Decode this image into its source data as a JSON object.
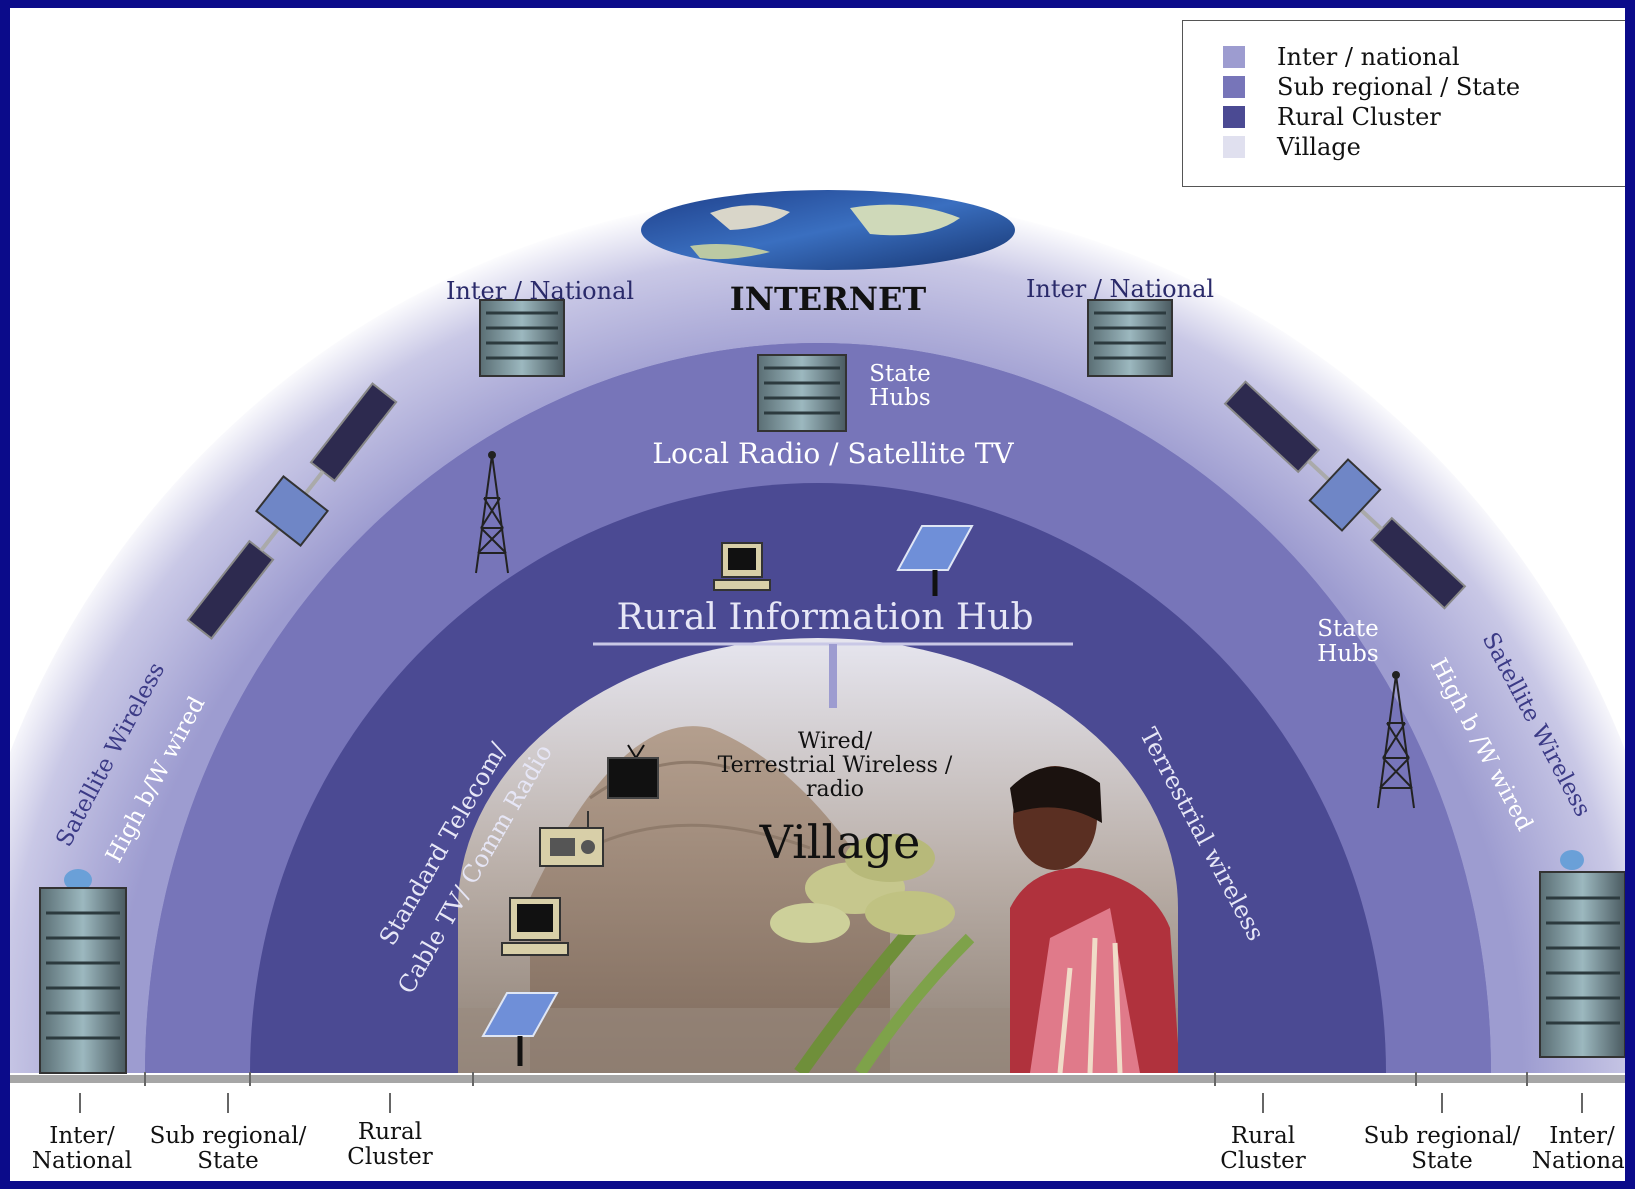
{
  "legend": {
    "items": [
      {
        "label": "Inter / national",
        "color": "#9d9cd0"
      },
      {
        "label": "Sub regional / State",
        "color": "#7775b9"
      },
      {
        "label": "Rural Cluster",
        "color": "#4b4a93"
      },
      {
        "label": "Village",
        "color": "#e0e0ef"
      }
    ]
  },
  "labels": {
    "internet": "INTERNET",
    "inter_national_left": "Inter / National",
    "inter_national_right": "Inter / National",
    "state_hubs_top_1": "State",
    "state_hubs_top_2": "Hubs",
    "state_hubs_right_1": "State",
    "state_hubs_right_2": "Hubs",
    "local_radio": "Local Radio / Satellite TV",
    "rural_info_hub": "Rural Information Hub",
    "wired_1": "Wired/",
    "wired_2": "Terrestrial Wireless /",
    "wired_3": "radio",
    "village": "Village",
    "satellite_wireless_left": "Satellite Wireless",
    "high_bw_left": "High b/W wired",
    "satellite_wireless_right": "Satellite Wireless",
    "high_bw_right": "High b /W wired",
    "standard_telecom": "Standard Telecom/",
    "cable_tv": "Cable TV/ Comm Radio",
    "terrestrial_wireless": "Terrestrial wireless"
  },
  "axis": {
    "left": [
      {
        "line1": "Inter/",
        "line2": "National"
      },
      {
        "line1": "Sub regional/",
        "line2": "State"
      },
      {
        "line1": "Rural",
        "line2": "Cluster"
      }
    ],
    "right": [
      {
        "line1": "Rural",
        "line2": "Cluster"
      },
      {
        "line1": "Sub regional/",
        "line2": "State"
      },
      {
        "line1": "Inter/",
        "line2": "National"
      }
    ]
  },
  "colors": {
    "frame": "#0b0b8a",
    "outer_band": "#9d9cd0",
    "middle_band": "#7775b9",
    "inner_band": "#4b4a93",
    "village": "#e0e0ef"
  }
}
